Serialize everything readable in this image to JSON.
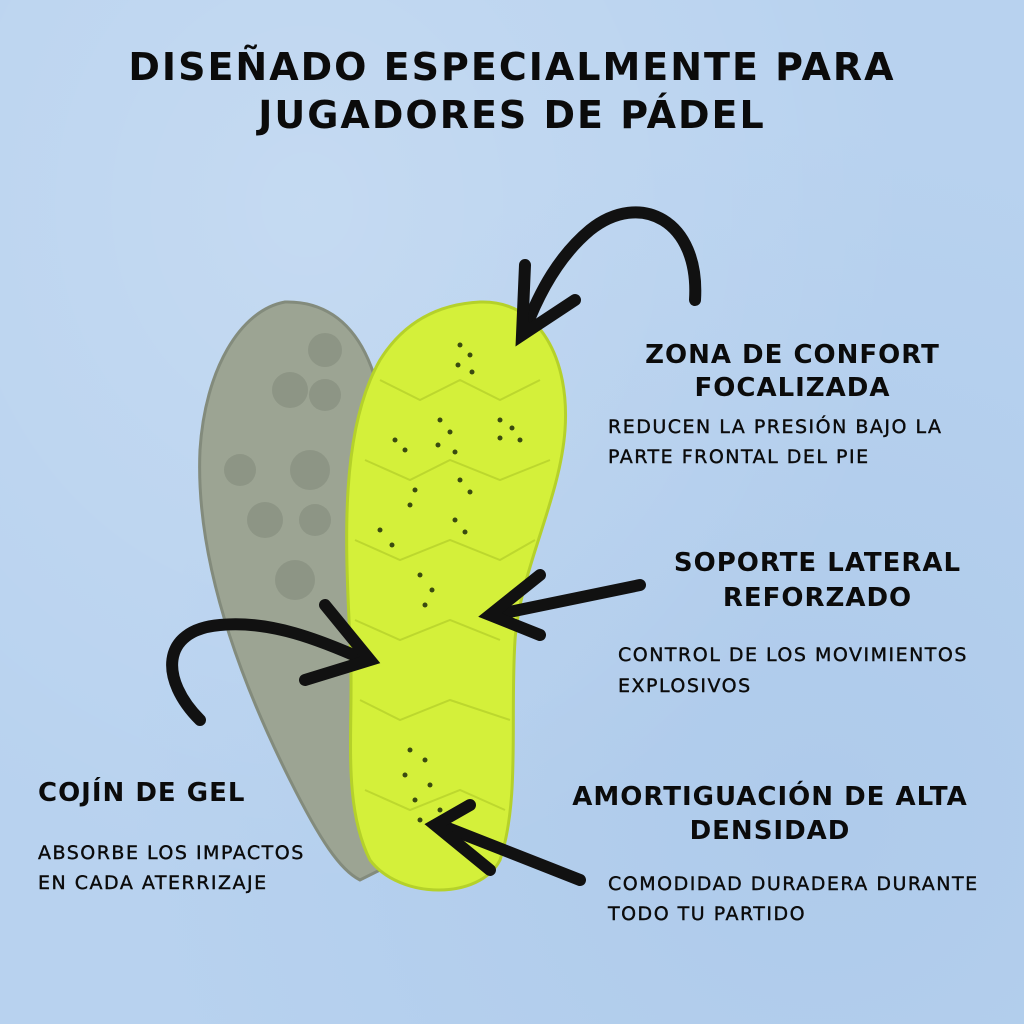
{
  "title": {
    "line1": "DISEÑADO ESPECIALMENTE PARA",
    "line2": "JUGADORES DE PÁDEL"
  },
  "features": [
    {
      "heading1": "ZONA DE CONFORT",
      "heading2": "FOCALIZADA",
      "desc1": "REDUCEN LA PRESIÓN BAJO LA",
      "desc2": "PARTE FRONTAL DEL PIE"
    },
    {
      "heading1": "SOPORTE LATERAL",
      "heading2": "REFORZADO",
      "desc1": "CONTROL DE LOS MOVIMIENTOS",
      "desc2": "EXPLOSIVOS"
    },
    {
      "heading1": "COJÍN DE GEL",
      "desc1": "ABSORBE LOS IMPACTOS",
      "desc2": "EN CADA ATERRIZAJE"
    },
    {
      "heading1": "AMORTIGUACIÓN DE ALTA",
      "heading2": "DENSIDAD",
      "desc1": "COMODIDAD DURADERA DURANTE",
      "desc2": "TODO TU PARTIDO"
    }
  ],
  "colors": {
    "background": "#b8d2ef",
    "insole_front": "#d4f03a",
    "insole_back": "#9aa295",
    "arrow": "#111111"
  }
}
